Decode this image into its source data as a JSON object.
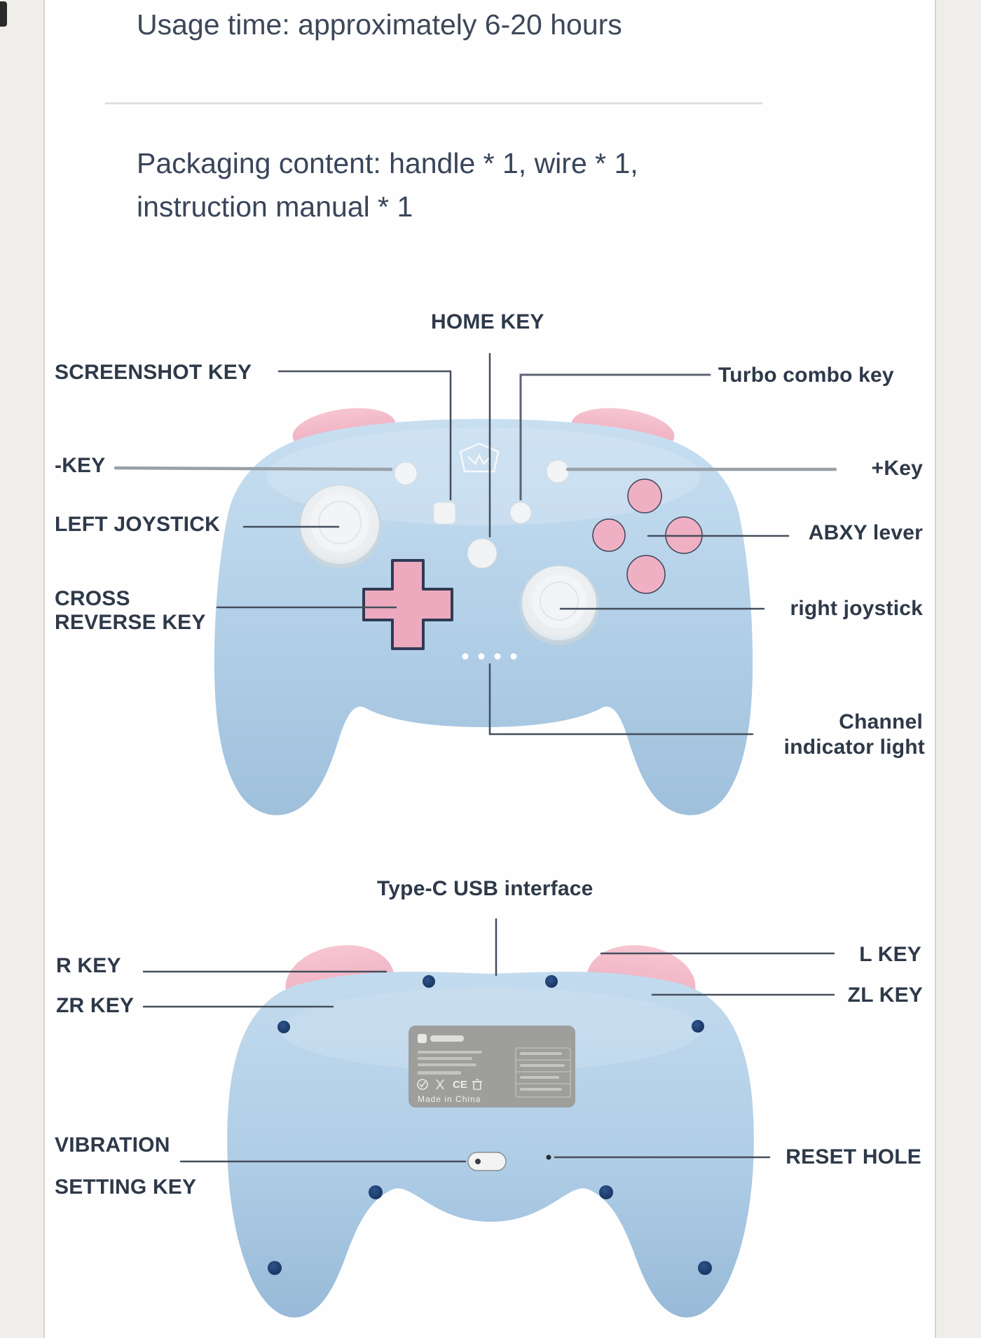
{
  "header": {
    "usage_time": "Usage time: approximately 6-20 hours",
    "packaging_line1": "Packaging content: handle * 1, wire * 1,",
    "packaging_line2": "instruction manual * 1"
  },
  "front": {
    "labels": {
      "home_key": "HOME KEY",
      "screenshot_key": "SCREENSHOT KEY",
      "turbo_combo_key": "Turbo combo key",
      "minus_key": "-KEY",
      "plus_key": "+Key",
      "left_joystick": "LEFT JOYSTICK",
      "abxy_lever": "ABXY lever",
      "cross_reverse_line1": "CROSS",
      "cross_reverse_line2": "REVERSE KEY",
      "right_joystick": "right joystick",
      "channel_line1": "Channel",
      "channel_line2": "indicator light"
    }
  },
  "back": {
    "labels": {
      "type_c": "Type-C USB interface",
      "r_key": "R KEY",
      "zr_key": "ZR KEY",
      "l_key": "L KEY",
      "zl_key": "ZL KEY",
      "vibration_line1": "VIBRATION",
      "vibration_line2": "SETTING KEY",
      "reset_hole": "RESET HOLE"
    },
    "plate": {
      "made_in": "Made in China",
      "ce_mark": "CE"
    }
  },
  "colors": {
    "body_blue": "#b3d0e8",
    "bumper_pink": "#f3b6c5",
    "button_pink": "#efaec2",
    "button_white": "#f3f4f6",
    "dpad_outline": "#303a55",
    "screw_navy": "#1c3b6b",
    "label_text": "#2e3949",
    "leader_dark": "#454e5c",
    "leader_gray": "#99a0a8"
  }
}
